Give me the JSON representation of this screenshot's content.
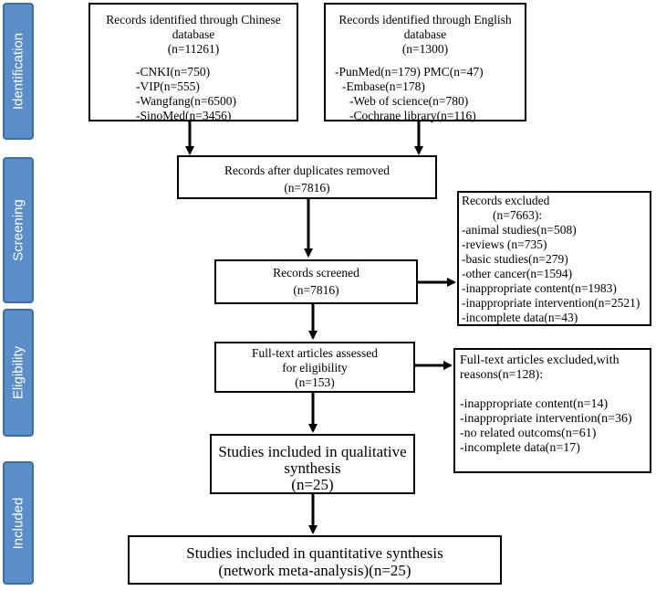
{
  "stages": {
    "identification": "Identification",
    "screening": "Screening",
    "eligibility": "Eligibility",
    "included": "Included"
  },
  "chinese_db": {
    "title_line1": "Records identified through Chinese",
    "title_line2": "database",
    "count": "(n=11261)",
    "items": [
      "-CNKI(n=750)",
      "-VIP(n=555)",
      "-Wangfang(n=6500)",
      "-SinoMed(n=3456)"
    ]
  },
  "english_db": {
    "title_line1": "Records identified through English",
    "title_line2": "database",
    "count": "(n=1300)",
    "items": [
      "-PunMed(n=179) PMC(n=47)",
      "-Embase(n=178)",
      "-Web of science(n=780)",
      "-Cochrane library(n=116)"
    ]
  },
  "duplicates": {
    "line1": "Records after duplicates removed",
    "line2": "(n=7816)"
  },
  "screened": {
    "line1": "Records screened",
    "line2": "(n=7816)"
  },
  "excluded": {
    "line1": "Records excluded",
    "line2": "(n=7663):",
    "items": [
      "-animal studies(n=508)",
      "-reviews (n=735)",
      "-basic studies(n=279)",
      "-other cancer(n=1594)",
      "-inappropriate content(n=1983)",
      "-inappropriate intervention(n=2521)",
      "-incomplete data(n=43)"
    ]
  },
  "fulltext": {
    "line1": "Full-text articles assessed",
    "line2": "for eligibility",
    "line3": "(n=153)"
  },
  "fulltext_excluded": {
    "line1": "Full-text articles excluded,with",
    "line2": "reasons(n=128):",
    "items": [
      "-inappropriate content(n=14)",
      "-inappropriate intervention(n=36)",
      "-no related outcoms(n=61)",
      "-incomplete data(n=17)"
    ]
  },
  "qualitative": {
    "line1": "Studies included in qualitative",
    "line2": "synthesis",
    "line3": "(n=25)"
  },
  "quantitative": {
    "line1": "Studies included in quantitative synthesis",
    "line2": "(network meta-analysis)(n=25)"
  },
  "colors": {
    "stage_fill": "#5b8ec8",
    "stage_border": "#3a6ea8"
  }
}
